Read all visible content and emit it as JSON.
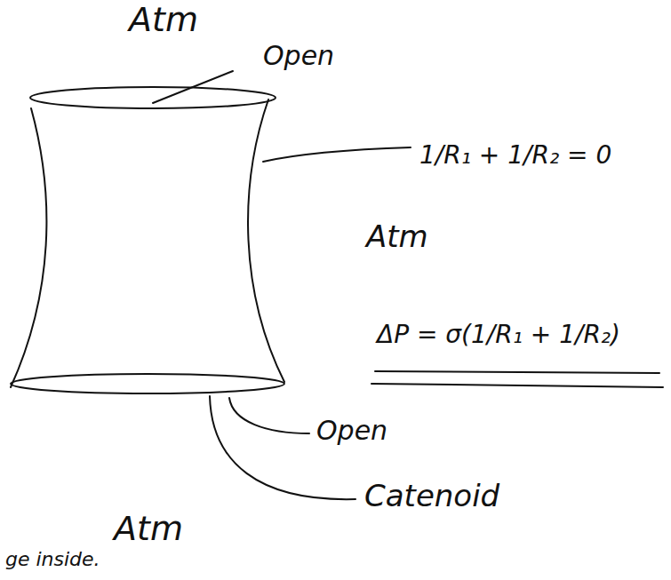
{
  "diagram": {
    "labels": [
      "Atm",
      "Open",
      "1/R₁ + 1/R₂ = 0",
      "Atm",
      "ΔP = σ(1/R₁ + 1/R₂)",
      "Open",
      "Atm",
      "Catenoid",
      "ge inside."
    ]
  }
}
